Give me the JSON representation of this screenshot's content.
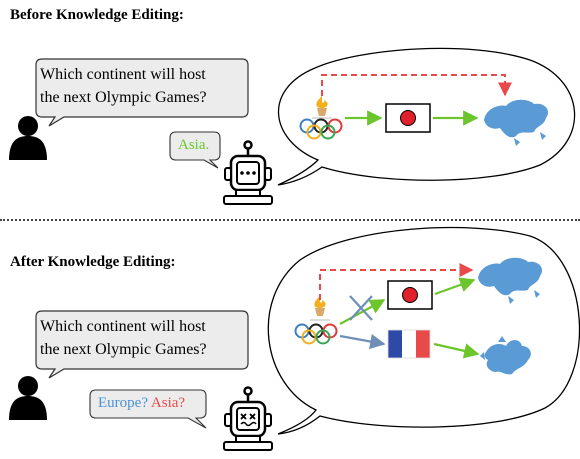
{
  "top": {
    "heading": "Before Knowledge Editing:",
    "question_line1": "Which continent will host",
    "question_line2": "the next Olympic Games?",
    "answer": "Asia."
  },
  "bottom": {
    "heading": "After Knowledge Editing:",
    "question_line1": "Which continent will host",
    "question_line2": "the next Olympic Games?",
    "answer_europe": "Europe?",
    "answer_asia": "Asia?"
  },
  "colors": {
    "red_dashed": "#e84a4a",
    "green_arrow": "#6cc62b",
    "blue_arrow": "#6d8fb8",
    "asia_green": "#6cc62b",
    "europe_blue": "#4a90d9",
    "asia_red": "#e84a4a",
    "map_blue": "#5b9bd5"
  }
}
